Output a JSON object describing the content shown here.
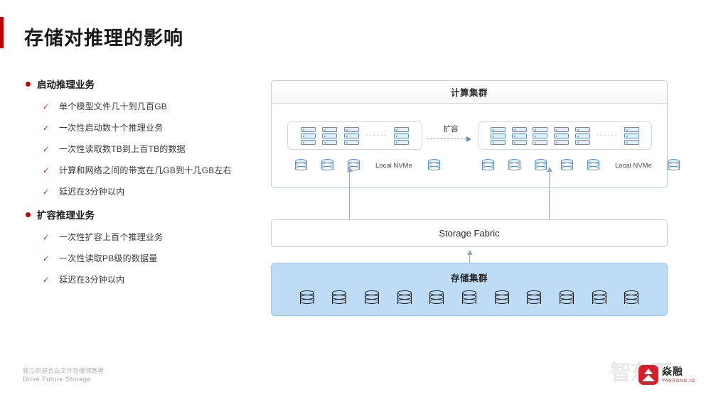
{
  "slide": {
    "title": "存储对推理的影响",
    "accent_color": "#c00000"
  },
  "bullets": {
    "groups": [
      {
        "label": "启动推理业务",
        "items": [
          "单个模型文件几十到几百GB",
          "一次性启动数十个推理业务",
          "一次性读取数TB到上百TB的数据",
          "计算和网络之间的带宽在几GB到十几GB左右",
          "延迟在3分钟以内"
        ]
      },
      {
        "label": "扩容推理业务",
        "items": [
          "一次性扩容上百个推理业务",
          "一次性读取PB级的数据量",
          "延迟在3分钟以内"
        ]
      }
    ]
  },
  "diagram": {
    "compute_cluster": {
      "title": "计算集群",
      "left_group": {
        "server_count": 3,
        "ellipsis": "······",
        "tail_server_count": 1,
        "nvme_count_before_label": 3,
        "nvme_label": "Local NVMe",
        "nvme_count_after_label": 1
      },
      "expand": {
        "label": "扩容"
      },
      "right_group": {
        "server_count": 5,
        "ellipsis": "······",
        "tail_server_count": 1,
        "nvme_count_before_label": 5,
        "nvme_label": "Local NVMe",
        "nvme_count_after_label": 1
      }
    },
    "storage_fabric": {
      "label": "Storage Fabric"
    },
    "storage_cluster": {
      "label": "存储集群",
      "disk_count": 11,
      "fill_color": "#bfdcf5"
    }
  },
  "footer": {
    "tagline_cn": "独立的混合云文件存储领跑者",
    "tagline_en": "Drive Future Storage",
    "watermark": "智东西",
    "logo": {
      "name_cn": "焱融",
      "name_en": "YANRONG.IO",
      "brand_color": "#d5202a"
    }
  }
}
